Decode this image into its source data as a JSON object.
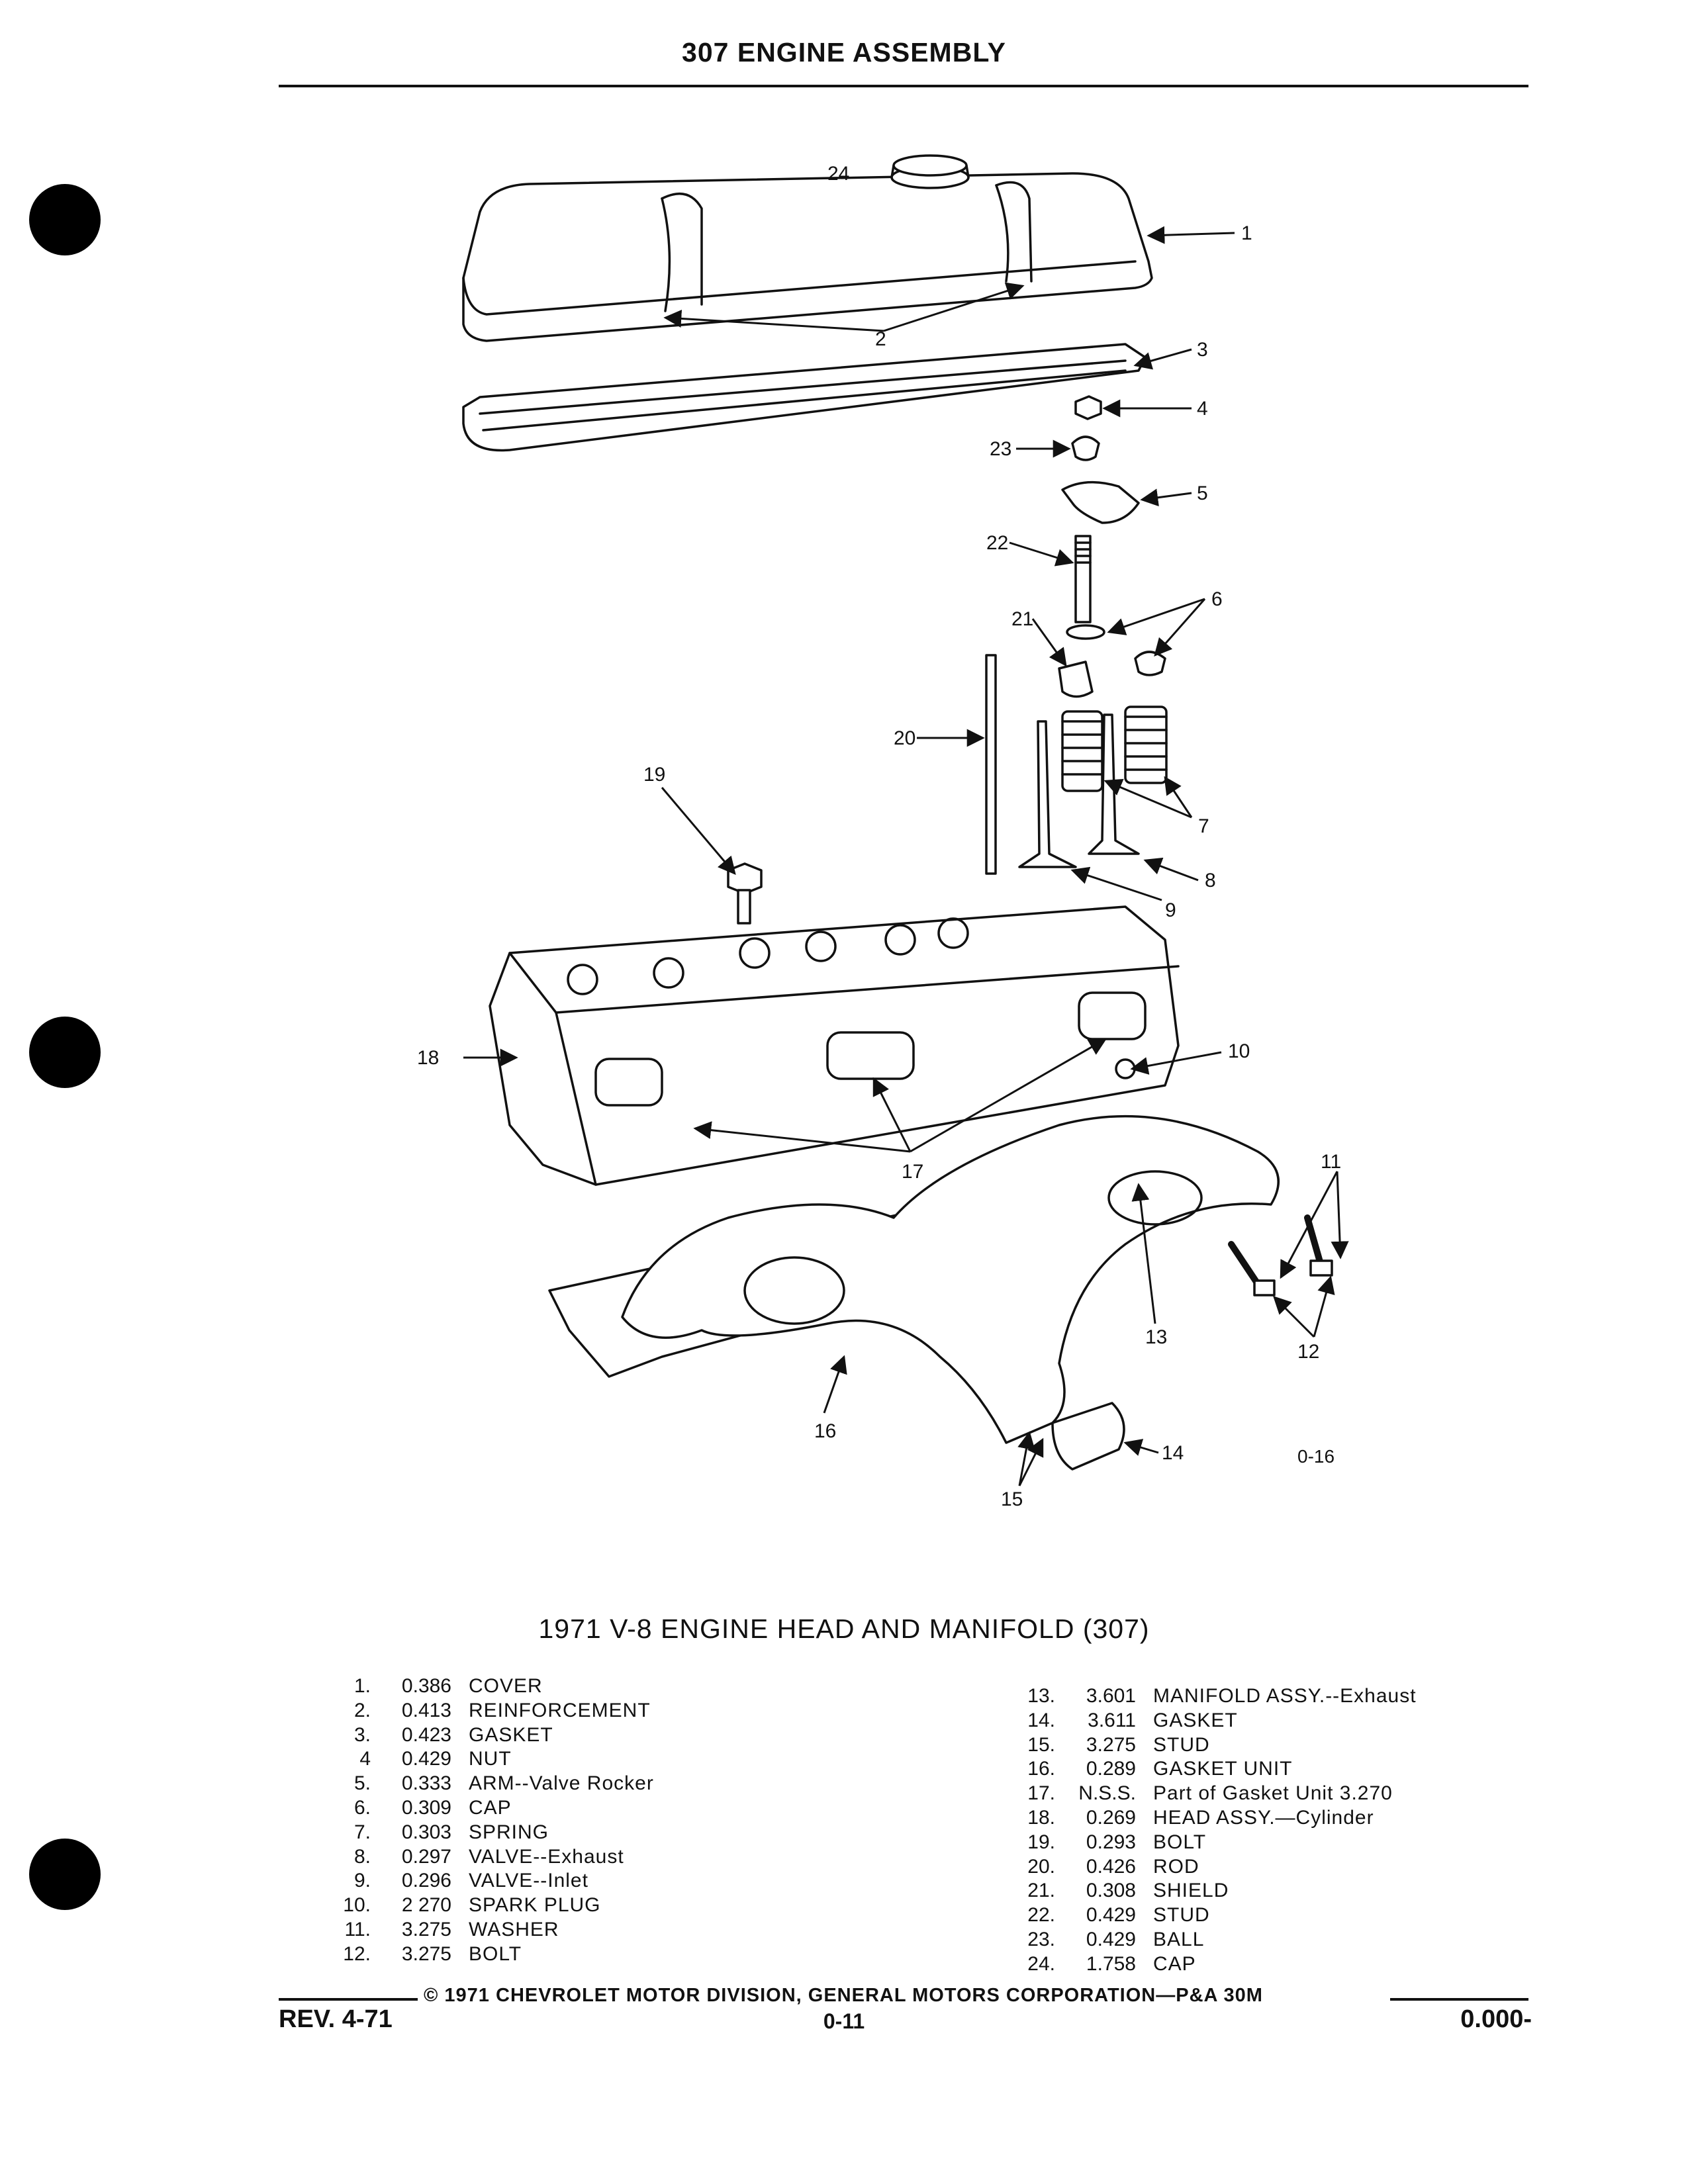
{
  "page_title": "307 ENGINE ASSEMBLY",
  "figure": {
    "caption": "1971 V-8 ENGINE HEAD AND MANIFOLD (307)",
    "code": "0-16",
    "callouts": [
      "1",
      "2",
      "3",
      "4",
      "5",
      "6",
      "7",
      "8",
      "9",
      "10",
      "11",
      "12",
      "13",
      "14",
      "15",
      "16",
      "17",
      "18",
      "19",
      "20",
      "21",
      "22",
      "23",
      "24"
    ]
  },
  "parts_left": [
    {
      "num": "1.",
      "code": "0.386",
      "desc": "COVER"
    },
    {
      "num": "2.",
      "code": "0.413",
      "desc": "REINFORCEMENT"
    },
    {
      "num": "3.",
      "code": "0.423",
      "desc": "GASKET"
    },
    {
      "num": "4",
      "code": "0.429",
      "desc": "NUT"
    },
    {
      "num": "5.",
      "code": "0.333",
      "desc": "ARM--Valve Rocker"
    },
    {
      "num": "6.",
      "code": "0.309",
      "desc": "CAP"
    },
    {
      "num": "7.",
      "code": "0.303",
      "desc": "SPRING"
    },
    {
      "num": "8.",
      "code": "0.297",
      "desc": "VALVE--Exhaust"
    },
    {
      "num": "9.",
      "code": "0.296",
      "desc": "VALVE--Inlet"
    },
    {
      "num": "10.",
      "code": "2 270",
      "desc": "SPARK PLUG"
    },
    {
      "num": "11.",
      "code": "3.275",
      "desc": "WASHER"
    },
    {
      "num": "12.",
      "code": "3.275",
      "desc": "BOLT"
    }
  ],
  "parts_right": [
    {
      "num": "13.",
      "code": "3.601",
      "desc": "MANIFOLD ASSY.--Exhaust"
    },
    {
      "num": "14.",
      "code": "3.611",
      "desc": "GASKET"
    },
    {
      "num": "15.",
      "code": "3.275",
      "desc": "STUD"
    },
    {
      "num": "16.",
      "code": "0.289",
      "desc": "GASKET UNIT"
    },
    {
      "num": "17.",
      "code": "N.S.S.",
      "desc": "Part of Gasket Unit 3.270"
    },
    {
      "num": "18.",
      "code": "0.269",
      "desc": "HEAD ASSY.—Cylinder"
    },
    {
      "num": "19.",
      "code": "0.293",
      "desc": "BOLT"
    },
    {
      "num": "20.",
      "code": "0.426",
      "desc": "ROD"
    },
    {
      "num": "21.",
      "code": "0.308",
      "desc": "SHIELD"
    },
    {
      "num": "22.",
      "code": "0.429",
      "desc": "STUD"
    },
    {
      "num": "23.",
      "code": "0.429",
      "desc": "BALL"
    },
    {
      "num": "24.",
      "code": "1.758",
      "desc": "CAP"
    }
  ],
  "footer": {
    "credit": "© 1971 CHEVROLET MOTOR DIVISION, GENERAL MOTORS CORPORATION—P&A 30M",
    "rev": "REV. 4-71",
    "page_num": "0-11",
    "section_num": "0.000-"
  }
}
